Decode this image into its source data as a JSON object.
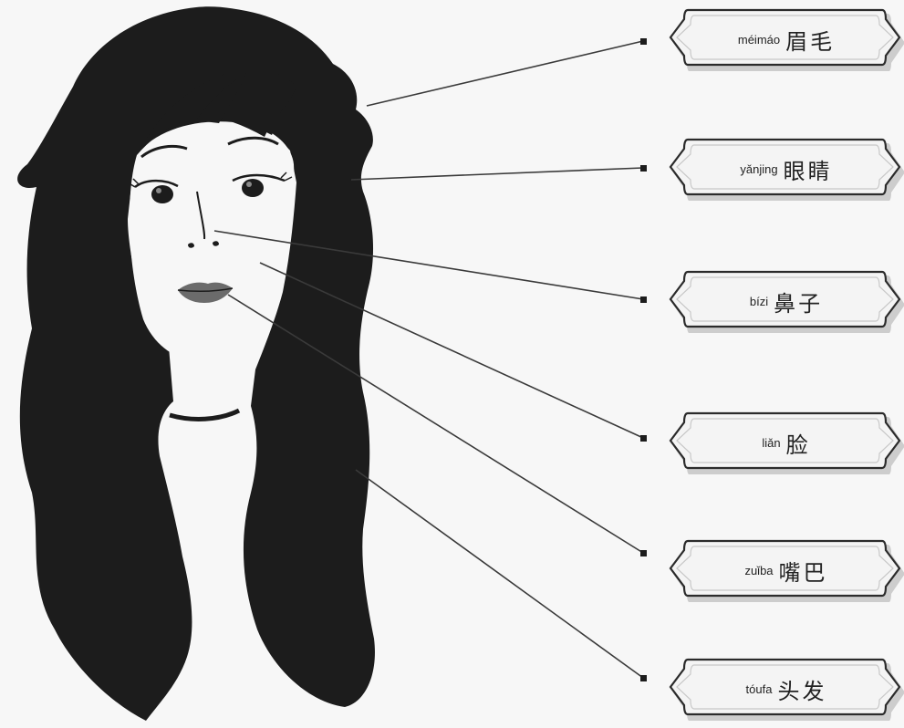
{
  "labels": [
    {
      "id": "eyebrow",
      "pinyin": "méimáo",
      "hanzi": "眉毛"
    },
    {
      "id": "eye",
      "pinyin": "yǎnjing",
      "hanzi": "眼睛"
    },
    {
      "id": "nose",
      "pinyin": "bízi",
      "hanzi": "鼻子"
    },
    {
      "id": "face",
      "pinyin": "liǎn",
      "hanzi": "脸"
    },
    {
      "id": "mouth",
      "pinyin": "zuǐba",
      "hanzi": "嘴巴"
    },
    {
      "id": "hair",
      "pinyin": "tóufa",
      "hanzi": "头发"
    }
  ],
  "colors": {
    "ink": "#1c1c1c",
    "line": "#3a3a3a",
    "label_fill": "#f4f4f4",
    "label_stroke": "#2b2b2b",
    "background": "#f7f7f7"
  }
}
